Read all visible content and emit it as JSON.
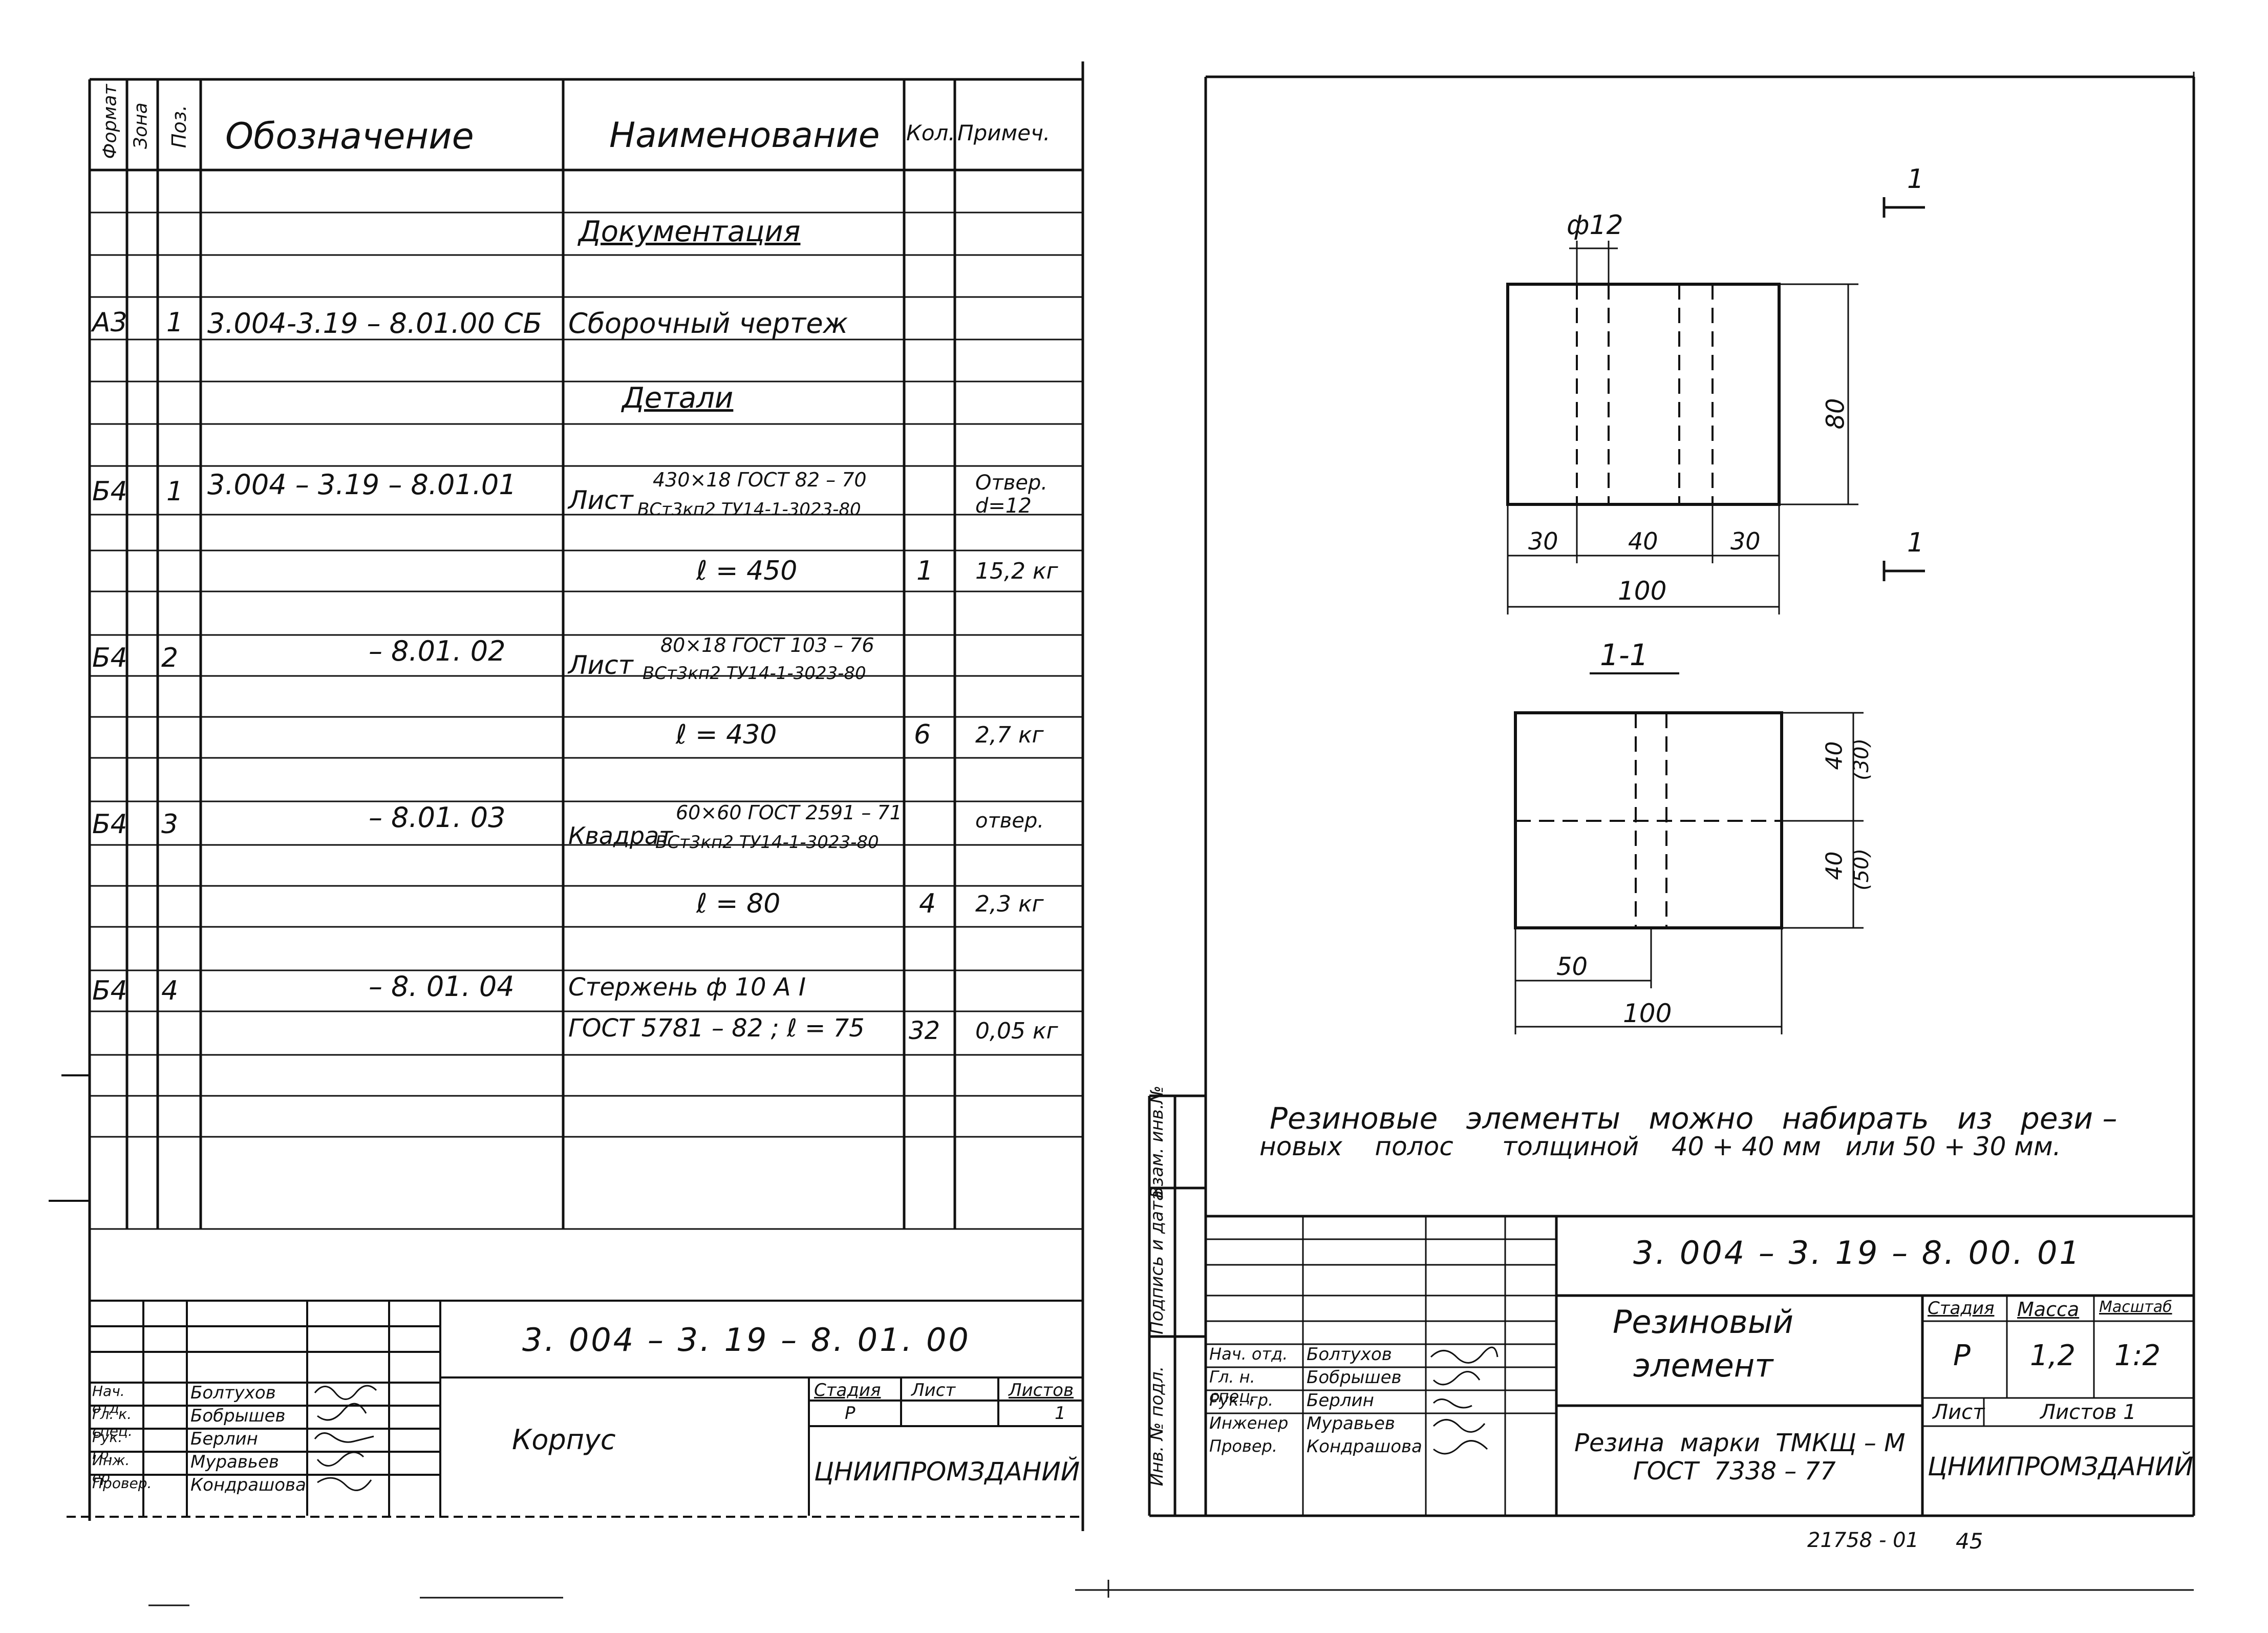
{
  "left_sheet": {
    "headers": {
      "format": "Формат",
      "zone": "Зона",
      "pos": "Поз.",
      "designation": "Обозначение",
      "name": "Наименование",
      "qty": "Кол.",
      "note": "Примеч."
    },
    "sections": {
      "documentation": "Документация",
      "details": "Детали"
    },
    "rows": {
      "doc": {
        "format": "А3",
        "pos": "1",
        "designation": "3.004-3.19 – 8.01.00 СБ",
        "name": "Сборочный чертеж"
      },
      "d1": {
        "format": "Б4",
        "pos": "1",
        "designation": "3.004 – 3.19 – 8.01.01",
        "name_prefix": "Лист",
        "name_top": "430×18 ГОСТ 82 – 70",
        "name_bottom": "ВСт3кп2 ТУ14-1-3023-80",
        "length": "ℓ = 450",
        "qty": "1",
        "note_top": "Отвер.",
        "note_bottom": "d=12",
        "mass": "15,2 кг"
      },
      "d2": {
        "format": "Б4",
        "pos": "2",
        "designation": "– 8.01. 02",
        "name_prefix": "Лист",
        "name_top": "80×18 ГОСТ 103 – 76",
        "name_bottom": "ВСт3кп2 ТУ14-1-3023-80",
        "length": "ℓ = 430",
        "qty": "6",
        "mass": "2,7 кг"
      },
      "d3": {
        "format": "Б4",
        "pos": "3",
        "designation": "– 8.01. 03",
        "name_prefix": "Квадрат",
        "name_top": "60×60 ГОСТ 2591 – 71",
        "name_bottom": "ВСт3кп2 ТУ14-1-3023-80",
        "length": "ℓ = 80",
        "qty": "4",
        "note_top": "отвер.",
        "mass": "2,3 кг"
      },
      "d4": {
        "format": "Б4",
        "pos": "4",
        "designation": "– 8. 01. 04",
        "name_top": "Стержень ф 10 А I",
        "name_bottom": "ГОСТ 5781 – 82 ; ℓ = 75",
        "qty": "32",
        "mass": "0,05 кг"
      }
    },
    "stamp": {
      "code": "3. 004 – 3. 19 – 8. 01. 00",
      "title": "Корпус",
      "stage_label": "Стадия",
      "sheet_label": "Лист",
      "sheets_label": "Листов",
      "stage": "Р",
      "sheets": "1",
      "org": "ЦНИИПРОМЗДАНИЙ",
      "roles": [
        "Нач. отд.",
        "Гл. к. спец.",
        "Рук. гр.",
        "Инж. ер",
        "Провер."
      ],
      "names": [
        "Болтухов",
        "Бобрышев",
        "Берлин",
        "Муравьев",
        "Кондрашова"
      ]
    }
  },
  "right_sheet": {
    "side_labels": [
      "Взам. инв.№",
      "Подпись и дата",
      "Инв. № подл."
    ],
    "drawing": {
      "section_mark": "1",
      "hole_dia": "ф12",
      "height": "80",
      "dims_top": [
        "30",
        "40",
        "30"
      ],
      "width_top": "100",
      "section_title": "1-1",
      "dims_right": [
        "40",
        "(30)",
        "40",
        "(50)"
      ],
      "dim_bottom_small": "50",
      "width_bottom": "100"
    },
    "note_line1": "Резиновые   элементы   можно   набирать   из   рези –",
    "note_line2": "новых    полос      толщиной    40 + 40 мм   или 50 + 30 мм.",
    "stamp": {
      "code": "3. 004 – 3. 19 – 8. 00. 01",
      "title_line1": "Резиновый",
      "title_line2": "элемент",
      "material_line1": "Резина  марки  ТМКЩ – М",
      "material_line2": "ГОСТ  7338 – 77",
      "stage_label": "Стадия",
      "mass_label": "Масса",
      "scale_label": "Масштаб",
      "stage": "Р",
      "mass": "1,2",
      "scale": "1:2",
      "sheet_label": "Лист",
      "sheets_label": "Листов 1",
      "org": "ЦНИИПРОМЗДАНИЙ",
      "roles": [
        "Нач. отд.",
        "Гл. н. спец.",
        "Рук. гр.",
        "Инженер",
        "Провер."
      ],
      "names": [
        "Болтухов",
        "Бобрышев",
        "Берлин",
        "Муравьев",
        "Кондрашова"
      ]
    },
    "archive_number": "21758 - 01",
    "page_number": "45"
  }
}
